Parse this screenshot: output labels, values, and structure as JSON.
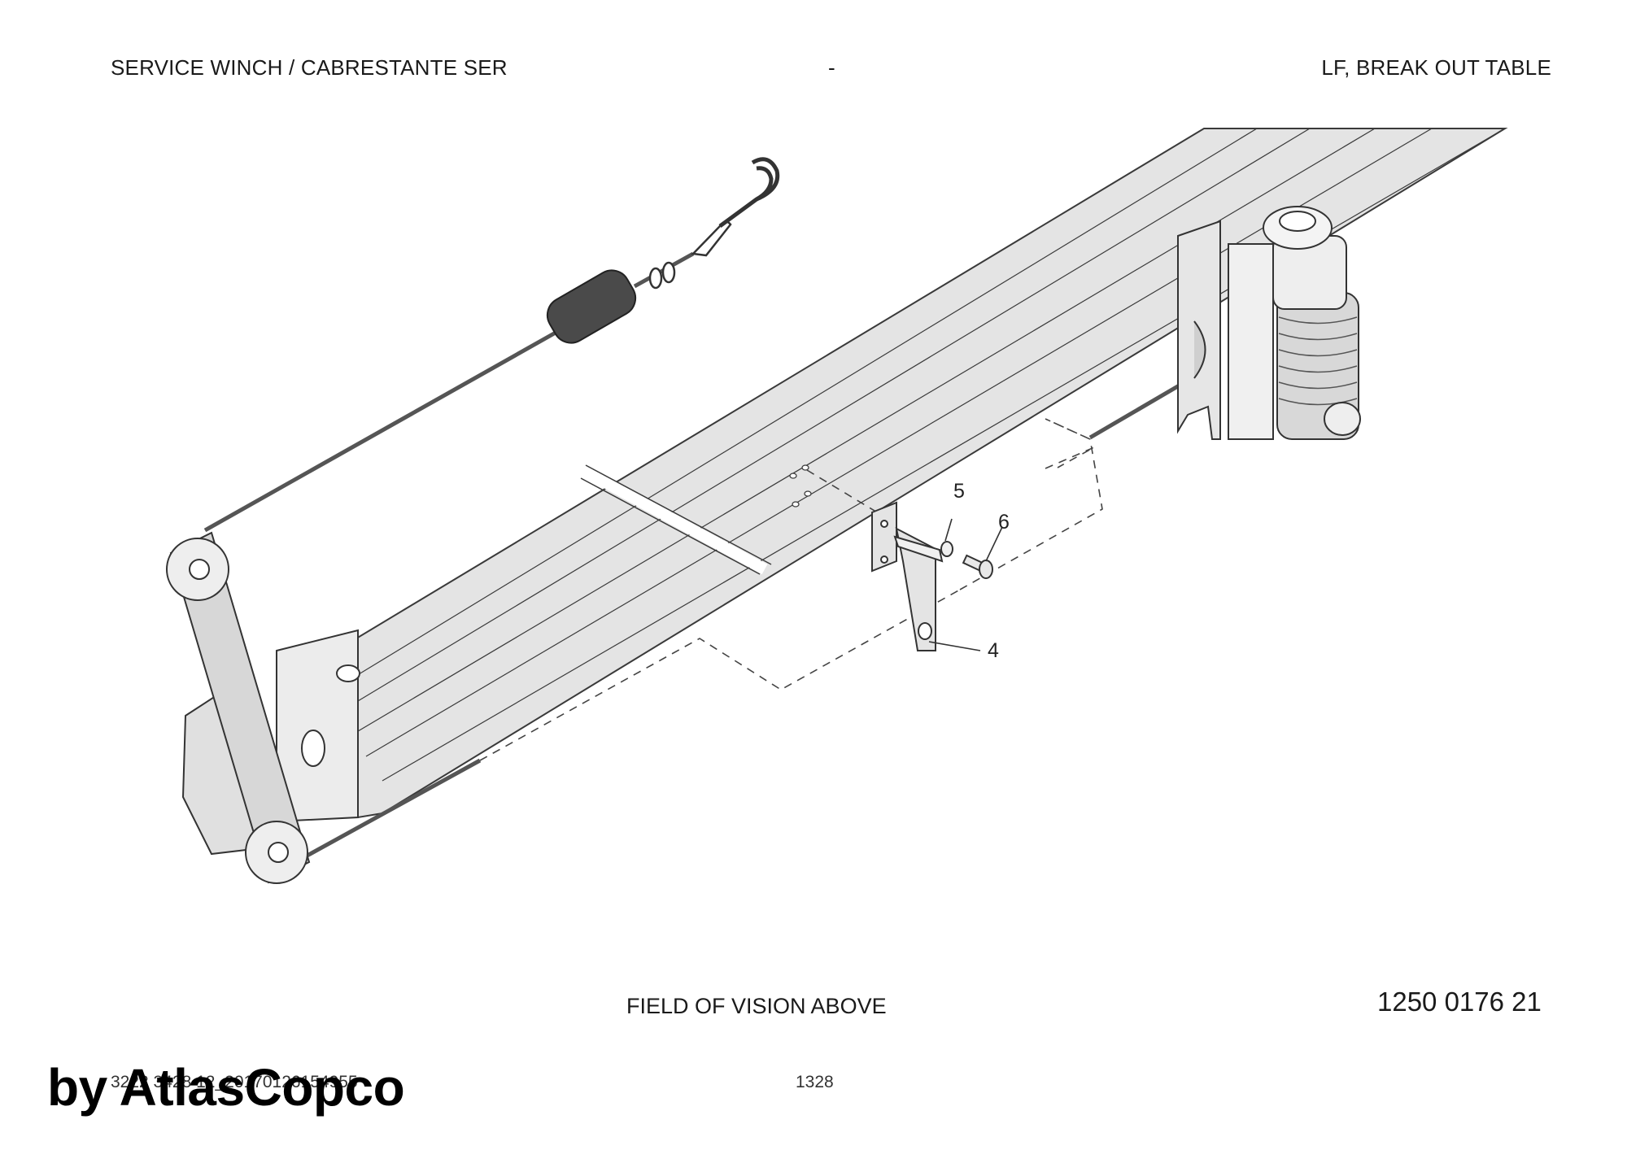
{
  "header": {
    "left": "SERVICE WINCH / CABRESTANTE SER",
    "middle": "-",
    "right": "LF, BREAK OUT TABLE"
  },
  "callouts": {
    "item_4": "4",
    "item_5": "5",
    "item_6": "6"
  },
  "footer": {
    "caption": "FIELD OF VISION ABOVE",
    "part_number": "1250 0176 21",
    "doc_ref": "3222 3428 12_20170126154955",
    "page": "1328"
  },
  "watermark": "by AtlasCopco",
  "colors": {
    "beam_fill": "#e4e4e4",
    "outline": "#3a3a3a",
    "roller": "#555555"
  }
}
